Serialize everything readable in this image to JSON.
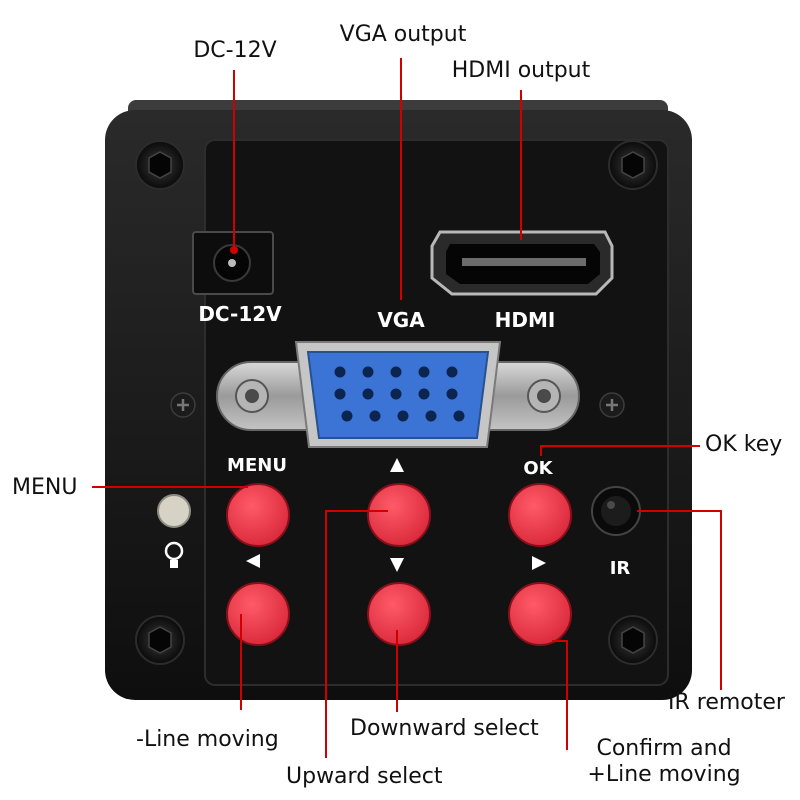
{
  "callouts": {
    "dc": "DC-12V",
    "vga": "VGA output",
    "hdmi": "HDMI output",
    "ok": "OK key",
    "menu": "MENU",
    "ir": "IR remoter",
    "line_minus": "-Line moving",
    "down": "Downward select",
    "up": "Upward select",
    "confirm_line1": "Confirm and",
    "confirm_line2": "+Line moving"
  },
  "panel_labels": {
    "dc": "DC-12V",
    "vga": "VGA",
    "hdmi": "HDMI",
    "menu": "MENU",
    "ok": "OK",
    "ir": "IR"
  },
  "icons": {
    "up": "arrow-up-icon",
    "down": "arrow-down-icon",
    "left": "arrow-left-icon",
    "right": "arrow-right-icon",
    "bulb": "lightbulb-icon"
  },
  "colors": {
    "body": "#1a1a1a",
    "panel": "#141414",
    "button": "#e8384a",
    "leader": "#d10000",
    "vga_blue": "#3b74d4"
  }
}
